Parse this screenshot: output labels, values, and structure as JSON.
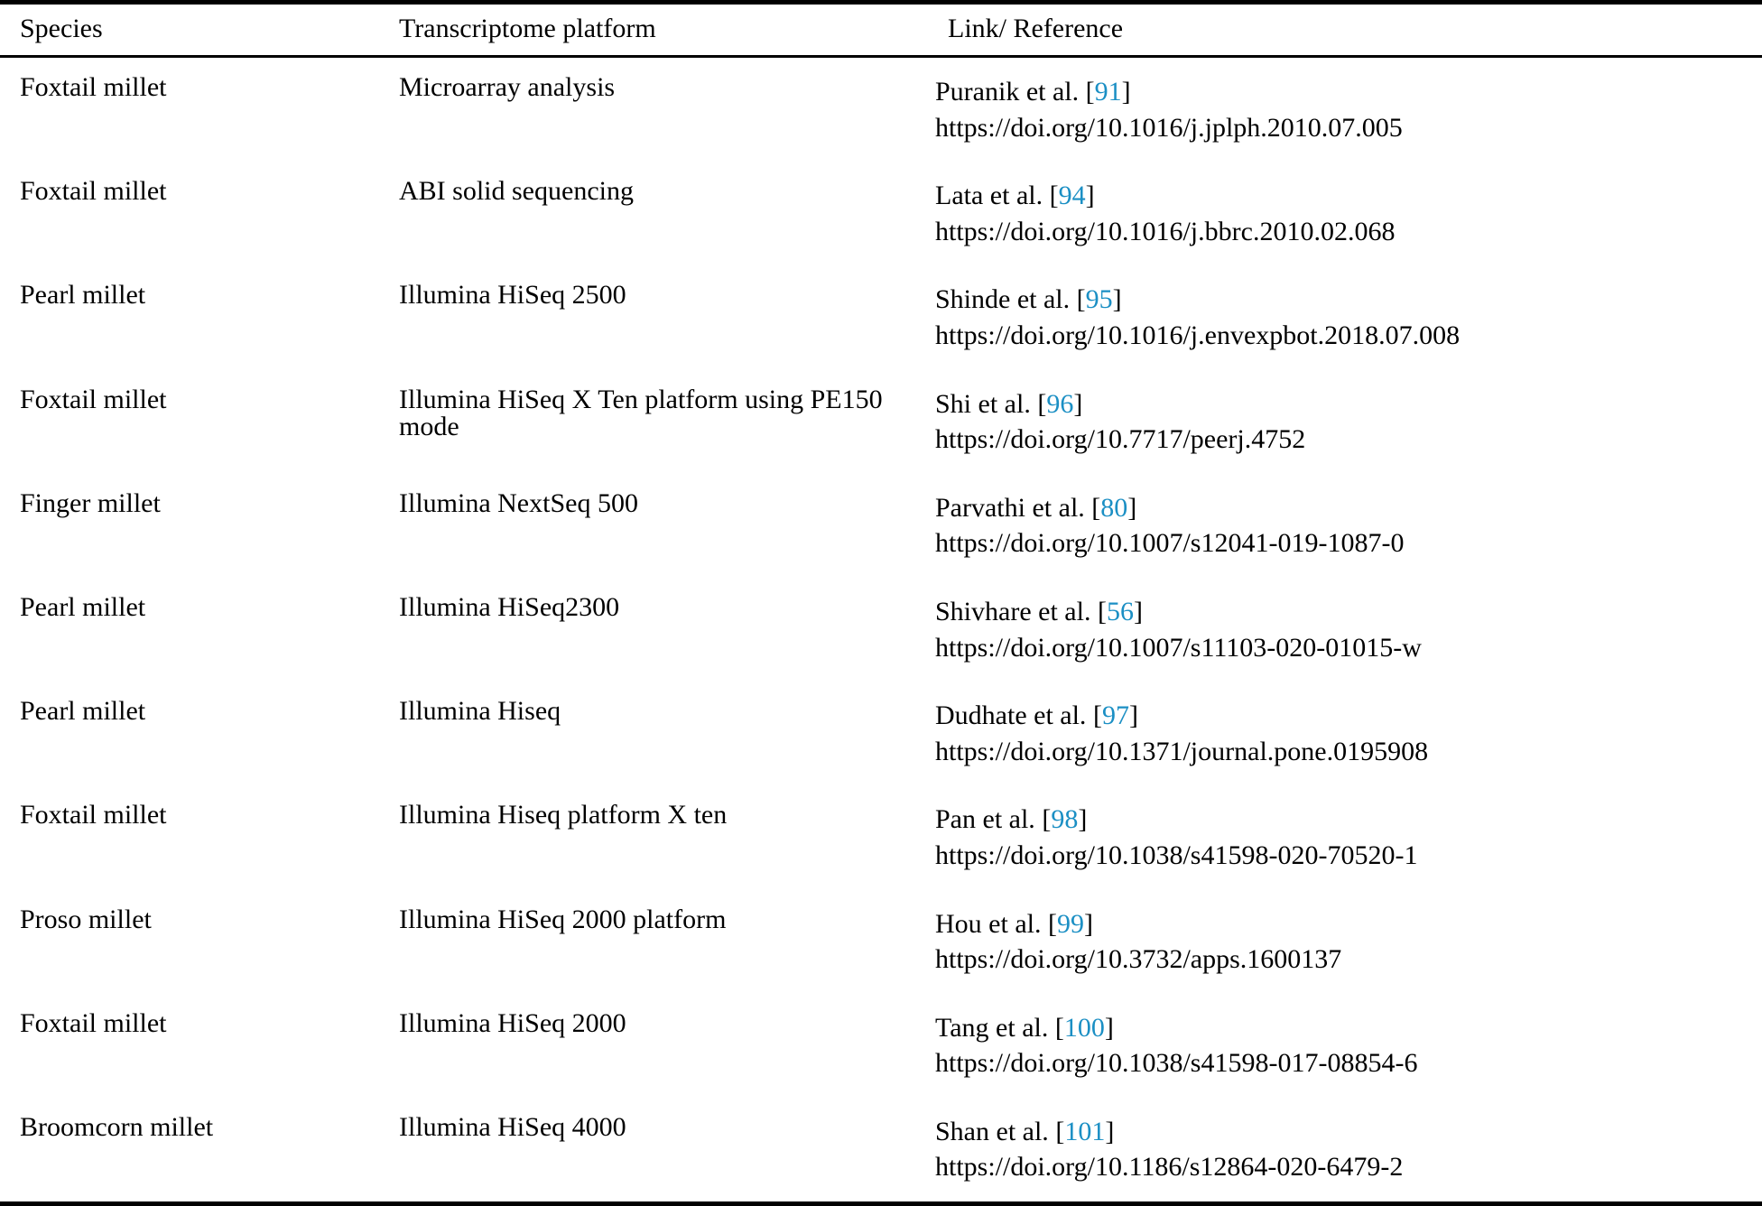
{
  "table": {
    "columns": [
      {
        "key": "species",
        "label": "Species"
      },
      {
        "key": "platform",
        "label": "Transcriptome platform"
      },
      {
        "key": "reference",
        "label": "Link/ Reference"
      }
    ],
    "accent_color": "#1b8fc4",
    "rows": [
      {
        "species": "Foxtail millet",
        "platform": "Microarray analysis",
        "ref_author": "Puranik et al.",
        "ref_num": "91",
        "ref_url": "https://doi.org/10.1016/j.jplph.2010.07.005"
      },
      {
        "species": "Foxtail millet",
        "platform": "ABI solid sequencing",
        "ref_author": "Lata et al.",
        "ref_num": "94",
        "ref_url": "https://doi.org/10.1016/j.bbrc.2010.02.068"
      },
      {
        "species": "Pearl millet",
        "platform": "Illumina HiSeq 2500",
        "ref_author": "Shinde et al.",
        "ref_num": "95",
        "ref_url": "https://doi.org/10.1016/j.envexpbot.2018.07.008"
      },
      {
        "species": "Foxtail millet",
        "platform": "Illumina HiSeq X Ten platform using PE150 mode",
        "ref_author": "Shi et al.",
        "ref_num": "96",
        "ref_url": "https://doi.org/10.7717/peerj.4752"
      },
      {
        "species": "Finger millet",
        "platform": "Illumina NextSeq 500",
        "ref_author": "Parvathi et al.",
        "ref_num": "80",
        "ref_url": "https://doi.org/10.1007/s12041-019-1087-0"
      },
      {
        "species": "Pearl millet",
        "platform": "Illumina HiSeq2300",
        "ref_author": "Shivhare et al.",
        "ref_num": "56",
        "ref_url": "https://doi.org/10.1007/s11103-020-01015-w"
      },
      {
        "species": "Pearl millet",
        "platform": "Illumina Hiseq",
        "ref_author": "Dudhate et al.",
        "ref_num": "97",
        "ref_url": "https://doi.org/10.1371/journal.pone.0195908"
      },
      {
        "species": "Foxtail millet",
        "platform": "Illumina Hiseq platform X ten",
        "ref_author": "Pan et al.",
        "ref_num": "98",
        "ref_url": "https://doi.org/10.1038/s41598-020-70520-1"
      },
      {
        "species": "Proso millet",
        "platform": "Illumina HiSeq 2000 platform",
        "ref_author": "Hou et al.",
        "ref_num": "99",
        "ref_url": "https://doi.org/10.3732/apps.1600137"
      },
      {
        "species": "Foxtail millet",
        "platform": "Illumina HiSeq 2000",
        "ref_author": "Tang et al.",
        "ref_num": "100",
        "ref_url": "https://doi.org/10.1038/s41598-017-08854-6"
      },
      {
        "species": "Broomcorn millet",
        "platform": "Illumina HiSeq 4000",
        "ref_author": "Shan et al.",
        "ref_num": "101",
        "ref_url": "https://doi.org/10.1186/s12864-020-6479-2"
      }
    ]
  }
}
